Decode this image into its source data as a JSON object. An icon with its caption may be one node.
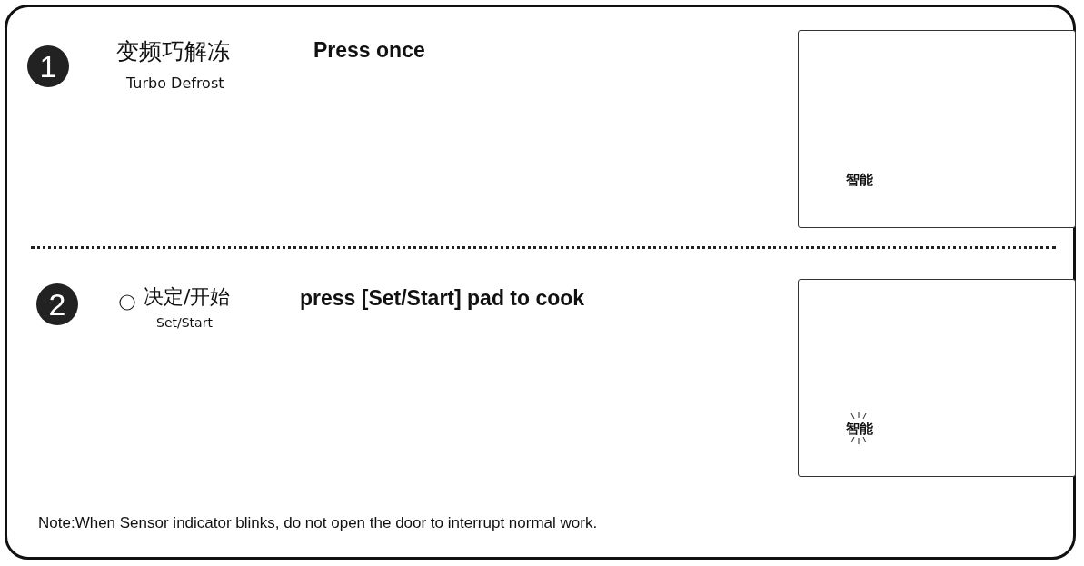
{
  "diagram": {
    "nodes": [
      {
        "text": [
          "1"
        ]
      },
      {
        "text": [
          "智能"
        ]
      },
      {
        "text": [
          "2"
        ]
      },
      {
        "text": [
          "智能"
        ]
      }
    ],
    "labels": [
      "变频巧解冻",
      "Turbo Defrost",
      "Press once",
      "决定/开始",
      "Set/Start",
      "press [Set/Start] pad to cook",
      "Note:When Sensor indicator blinks, do not open the door to interrupt normal work."
    ]
  }
}
